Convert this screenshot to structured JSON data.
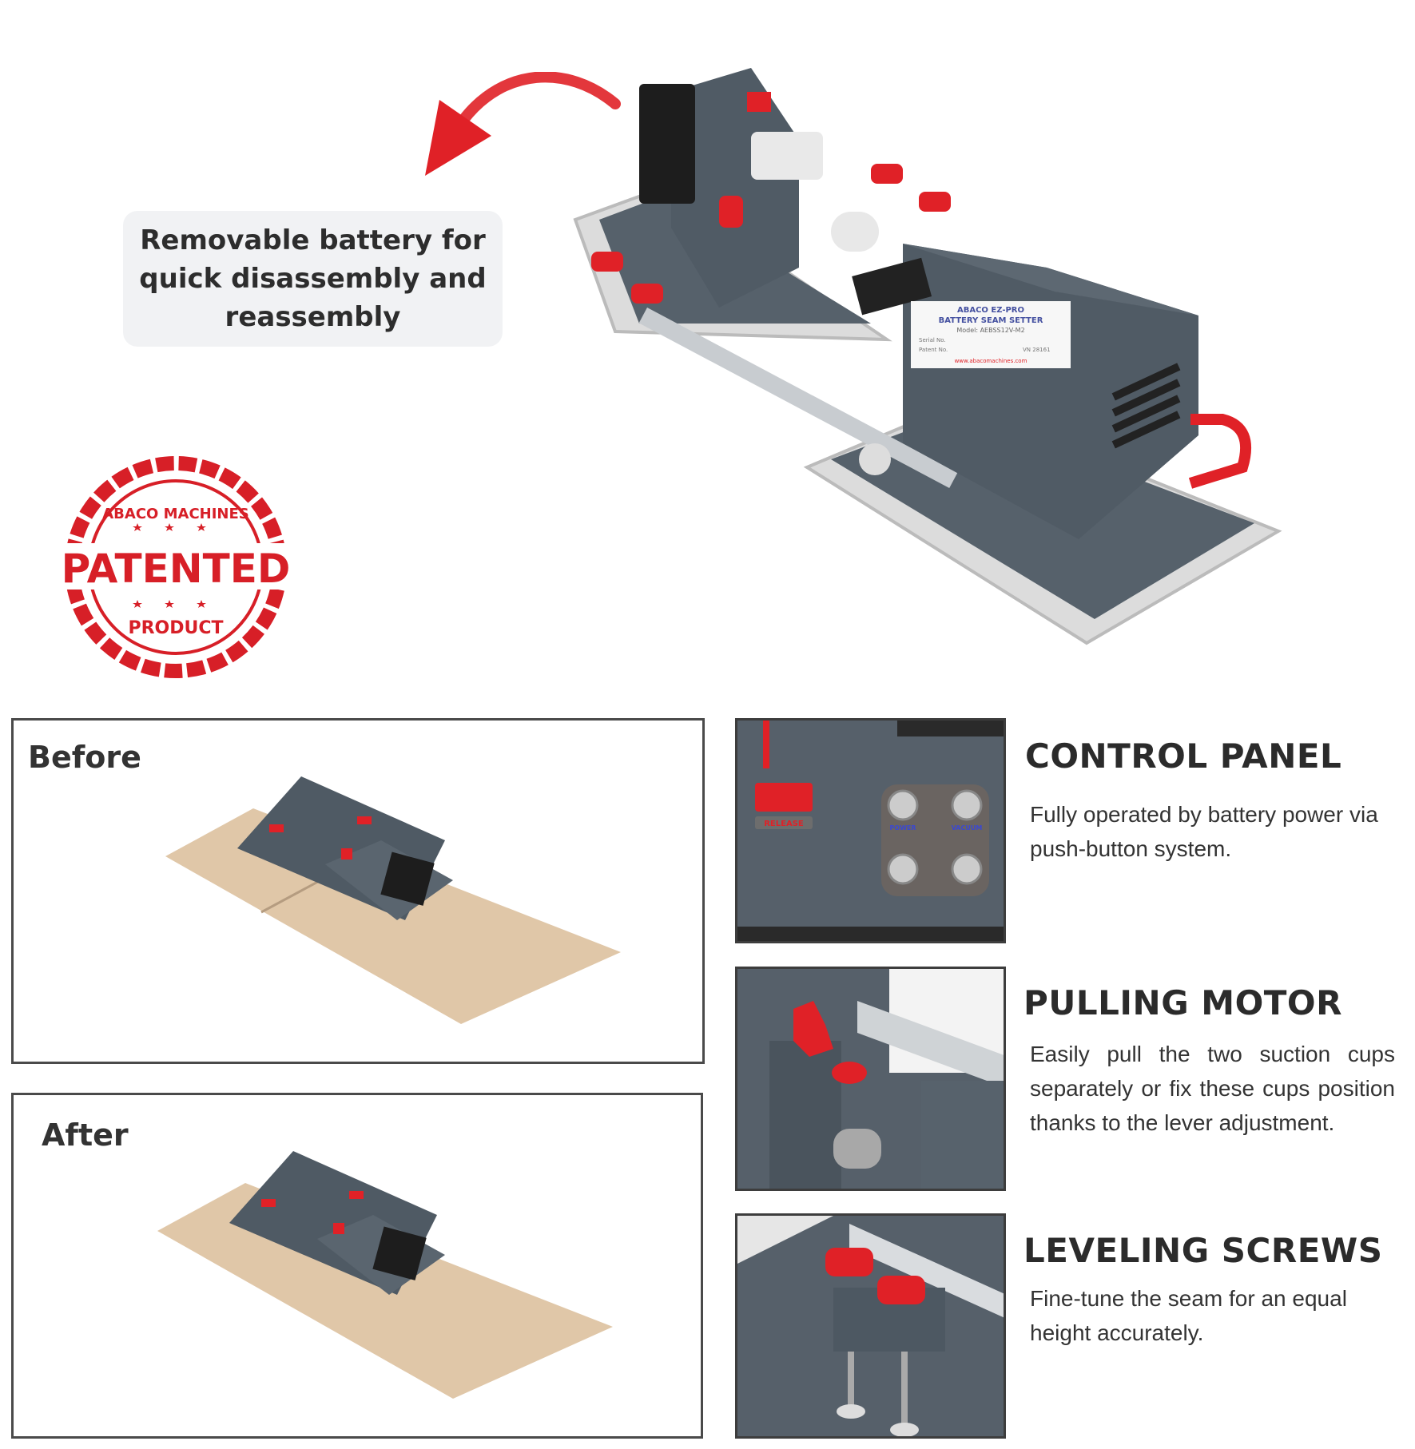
{
  "callout": {
    "text": "Removable battery for quick disassembly and reassembly"
  },
  "stamp": {
    "top": "ABACO MACHINES",
    "middle": "PATENTED",
    "bottom": "PRODUCT"
  },
  "product_label": {
    "line1": "ABACO EZ-PRO",
    "line2": "BATTERY SEAM SETTER",
    "model": "Model: AEBSS12V-M2",
    "serial": "Serial No.",
    "patent": "Patent No.",
    "vn": "VN 28161",
    "website": "www.abacomachines.com"
  },
  "comparison": {
    "before_label": "Before",
    "after_label": "After"
  },
  "control_panel_image": {
    "release": "RELEASE",
    "power": "POWER",
    "vacuum": "VACUUM"
  },
  "features": [
    {
      "title": "CONTROL PANEL",
      "body": "Fully operated by battery power via push-button system."
    },
    {
      "title": "PULLING MOTOR",
      "body": "Easily pull the two suction cups separately or fix these cups position thanks to the lever adjustment."
    },
    {
      "title": "LEVELING SCREWS",
      "body": "Fine-tune the seam for an equal height accurately."
    }
  ],
  "colors": {
    "accent_red": "#e02127",
    "machine_gray": "#4d5862",
    "text_dark": "#2b2b2b"
  }
}
